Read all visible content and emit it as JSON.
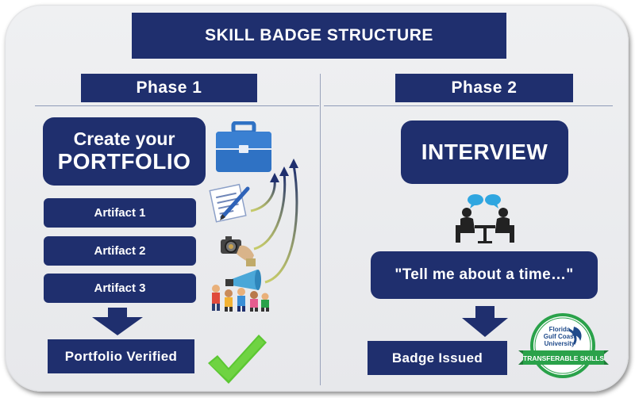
{
  "title": "SKILL BADGE STRUCTURE",
  "phase1": {
    "heading": "Phase 1",
    "create_line1": "Create your",
    "create_line2": "PORTFOLIO",
    "artifacts": [
      "Artifact 1",
      "Artifact 2",
      "Artifact 3"
    ],
    "result": "Portfolio Verified"
  },
  "phase2": {
    "heading": "Phase 2",
    "step": "INTERVIEW",
    "prompt": "\"Tell me about a time…\"",
    "result": "Badge Issued"
  },
  "badge": {
    "line1": "Florida",
    "line2": "Gulf Coast",
    "line3": "University",
    "ribbon": "TRANSFERABLE SKILLS"
  },
  "icons": [
    "briefcase-icon",
    "document-pen-icon",
    "camera-hand-icon",
    "megaphone-crowd-icon",
    "curved-arrows-icon",
    "down-arrow-icon",
    "checkmark-icon",
    "chat-bubbles-icon",
    "interview-people-icon",
    "badge-seal-icon"
  ],
  "colors": {
    "box": "#1f2f6e",
    "panel": "#ebecef",
    "check": "#5cc733",
    "briefcase": "#2f72c4",
    "badge_green": "#2aa24a"
  }
}
